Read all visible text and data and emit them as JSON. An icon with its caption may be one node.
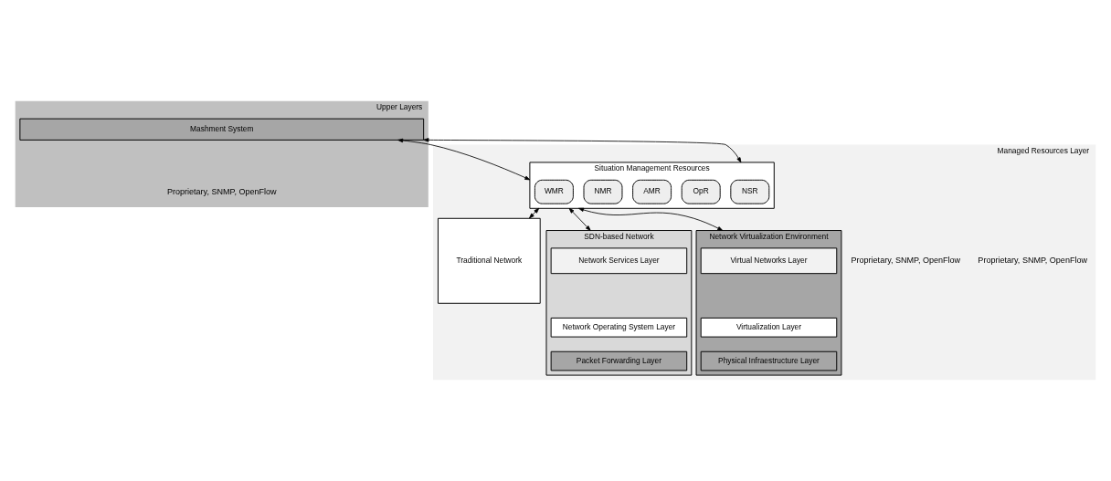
{
  "diagram": {
    "nodes": [
      {
        "text": [
          "Upper Layers"
        ]
      },
      {
        "text": [
          "Mashment System"
        ],
        "in": 0
      },
      {
        "text": [
          "Managed Resources Layer"
        ]
      },
      {
        "text": [
          "Situation Management Resources"
        ],
        "in": 2
      },
      {
        "text": [
          "WMR"
        ],
        "in": 3
      },
      {
        "text": [
          "NMR"
        ],
        "in": 3
      },
      {
        "text": [
          "AMR"
        ],
        "in": 3
      },
      {
        "text": [
          "OpR"
        ],
        "in": 3
      },
      {
        "text": [
          "NSR"
        ],
        "in": 3
      },
      {
        "text": [
          "Traditional Network"
        ],
        "in": 2
      },
      {
        "text": [
          "SDN-based Network"
        ],
        "in": 2
      },
      {
        "text": [
          "Network Services Layer"
        ],
        "in": 10
      },
      {
        "text": [
          "Network Operating System Layer"
        ],
        "in": 10
      },
      {
        "text": [
          "Packet Forwarding Layer"
        ],
        "in": 10
      },
      {
        "text": [
          "Network Virtualization Environment"
        ],
        "in": 2
      },
      {
        "text": [
          "Virtual Networks Layer"
        ],
        "in": 14
      },
      {
        "text": [
          "Virtualization Layer"
        ],
        "in": 14
      },
      {
        "text": [
          "Physical Infraestructure Layer"
        ],
        "in": 14
      }
    ],
    "edges": [
      {
        "from": 1,
        "to": 3,
        "arrow": "both"
      },
      {
        "from": 1,
        "to": 3,
        "arrow": "both"
      },
      {
        "from": 3,
        "to": 9,
        "arrow": "both"
      },
      {
        "from": 3,
        "to": 10,
        "arrow": "both"
      },
      {
        "from": 3,
        "to": 14,
        "arrow": "both"
      }
    ],
    "labels": [
      "Proprietary, SNMP, OpenFlow",
      "Proprietary, SNMP, OpenFlow",
      "Proprietary, SNMP, OpenFlow"
    ]
  }
}
